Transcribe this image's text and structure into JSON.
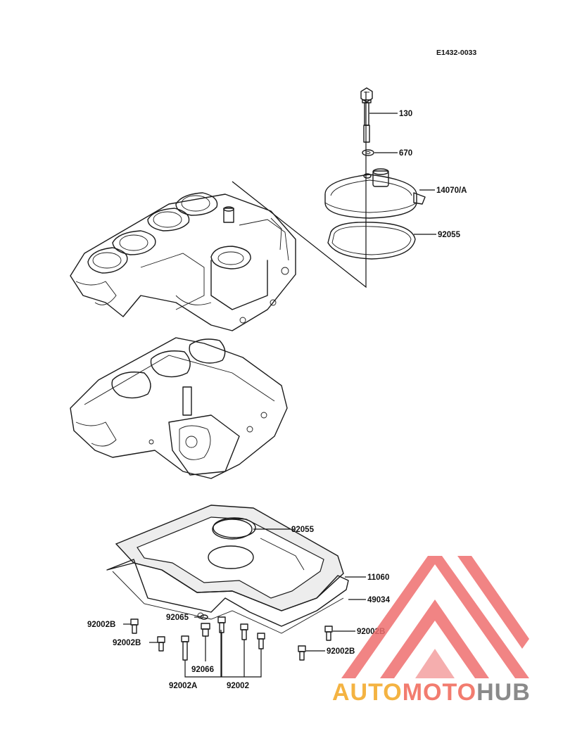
{
  "diagram_code": "E1432-0033",
  "parts": {
    "bolt_130": "130",
    "washer_670": "670",
    "cover_14070A": "14070/A",
    "oring_92055_top": "92055",
    "oring_92055_bottom": "92055",
    "gasket_11060": "11060",
    "oil_pan_49034": "49034",
    "bolt_92002B_a": "92002B",
    "bolt_92002B_b": "92002B",
    "bolt_92002B_c": "92002B",
    "bolt_92002B_d": "92002B",
    "plug_92065": "92065",
    "plug_92066": "92066",
    "bolt_92002A": "92002A",
    "bolt_92002": "92002"
  },
  "watermark": {
    "brand_part1": "AUTO",
    "brand_part2": "MOTO",
    "brand_part3": "HUB",
    "colors": {
      "auto": "#f4b342",
      "moto": "#f27c6f",
      "hub": "#8a8a8a",
      "logo": "#ef6f6f"
    }
  }
}
